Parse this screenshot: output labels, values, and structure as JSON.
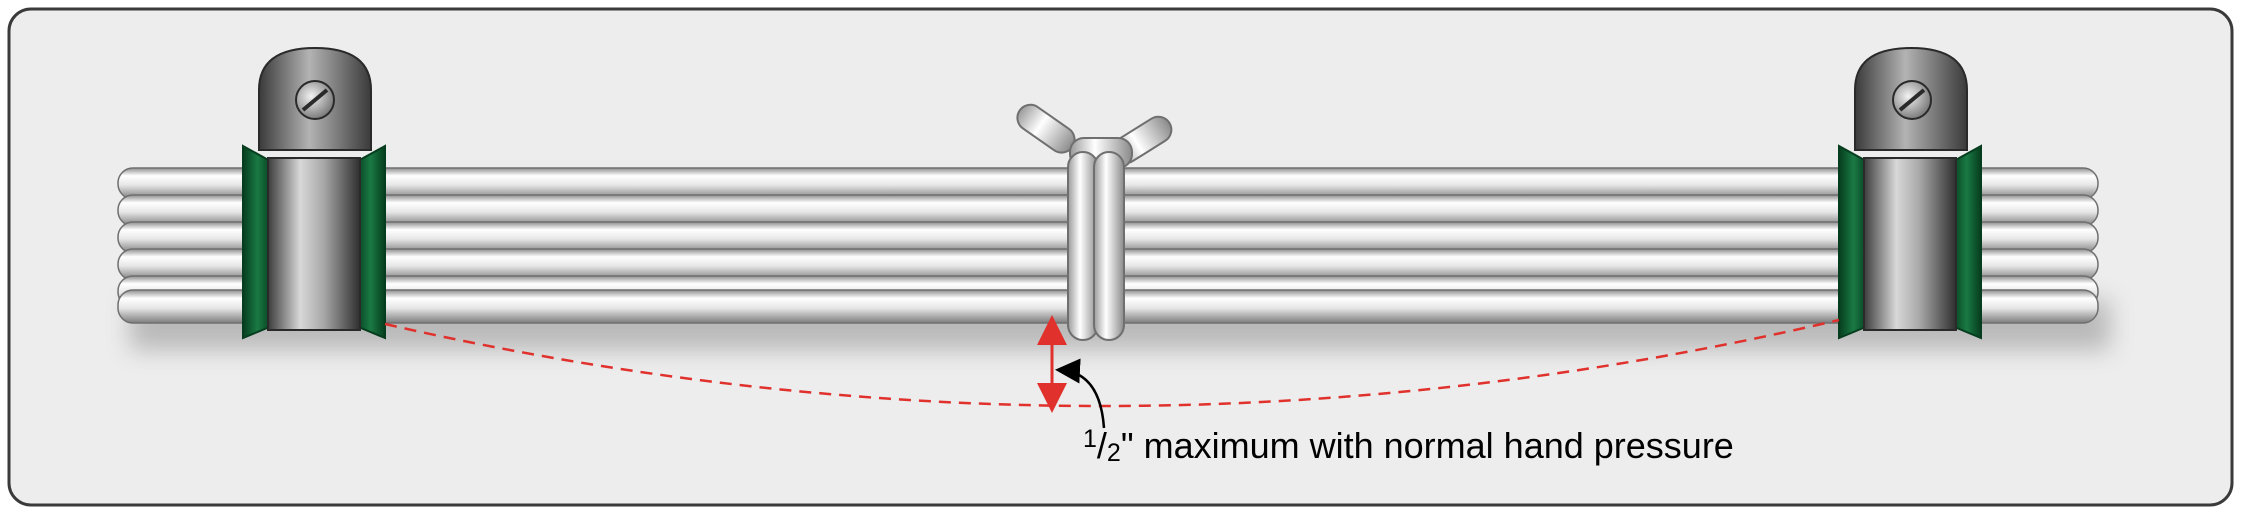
{
  "annotation": {
    "fraction_numerator": "1",
    "fraction_slash": "/",
    "fraction_denominator": "2",
    "text": "\" maximum with normal hand pressure"
  },
  "colors": {
    "background_panel": "#ededed",
    "panel_border": "#3a3a3a",
    "wire_highlight": "#ffffff",
    "wire_shadow": "#9a9a9a",
    "clamp_cushion": "#0d5a2e",
    "clamp_metal": "#6f6f6f",
    "sag_line": "#e0312c",
    "callout_line": "#000000"
  },
  "icons": {
    "left_clamp": "cushion-clamp-icon",
    "right_clamp": "cushion-clamp-icon",
    "center_tie": "wire-tie-icon",
    "screw": "screw-icon"
  }
}
